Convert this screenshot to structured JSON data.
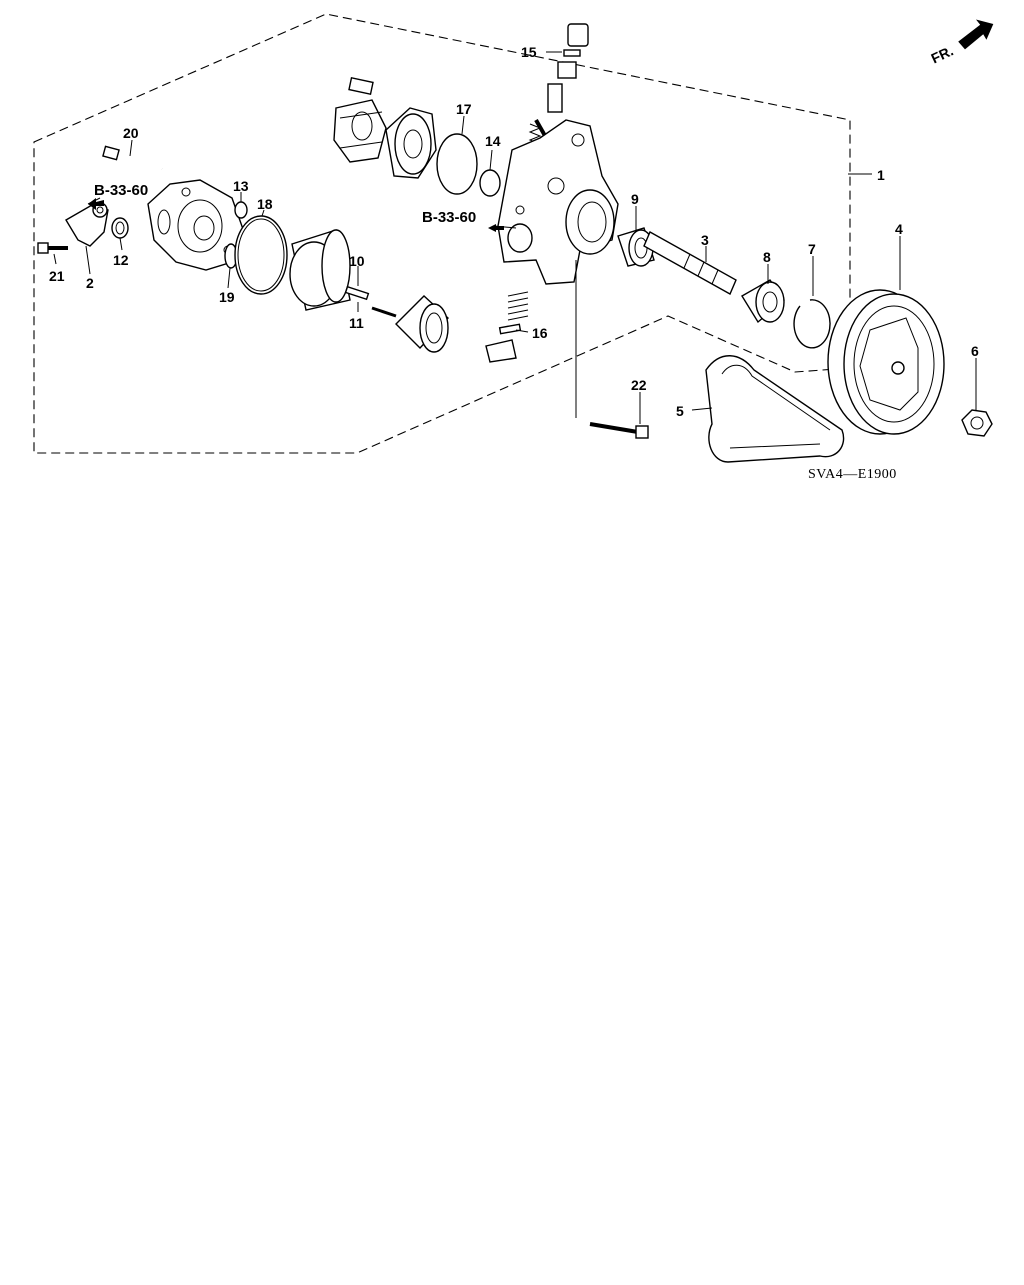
{
  "diagram": {
    "callouts": [
      "1",
      "2",
      "3",
      "4",
      "5",
      "6",
      "7",
      "8",
      "9",
      "10",
      "11",
      "12",
      "13",
      "14",
      "15",
      "16",
      "17",
      "18",
      "19",
      "20",
      "21",
      "22"
    ],
    "references": [
      "B-33-60",
      "B-33-60"
    ],
    "direction_label": "FR.",
    "diagram_code": "SVA4—E1900"
  }
}
